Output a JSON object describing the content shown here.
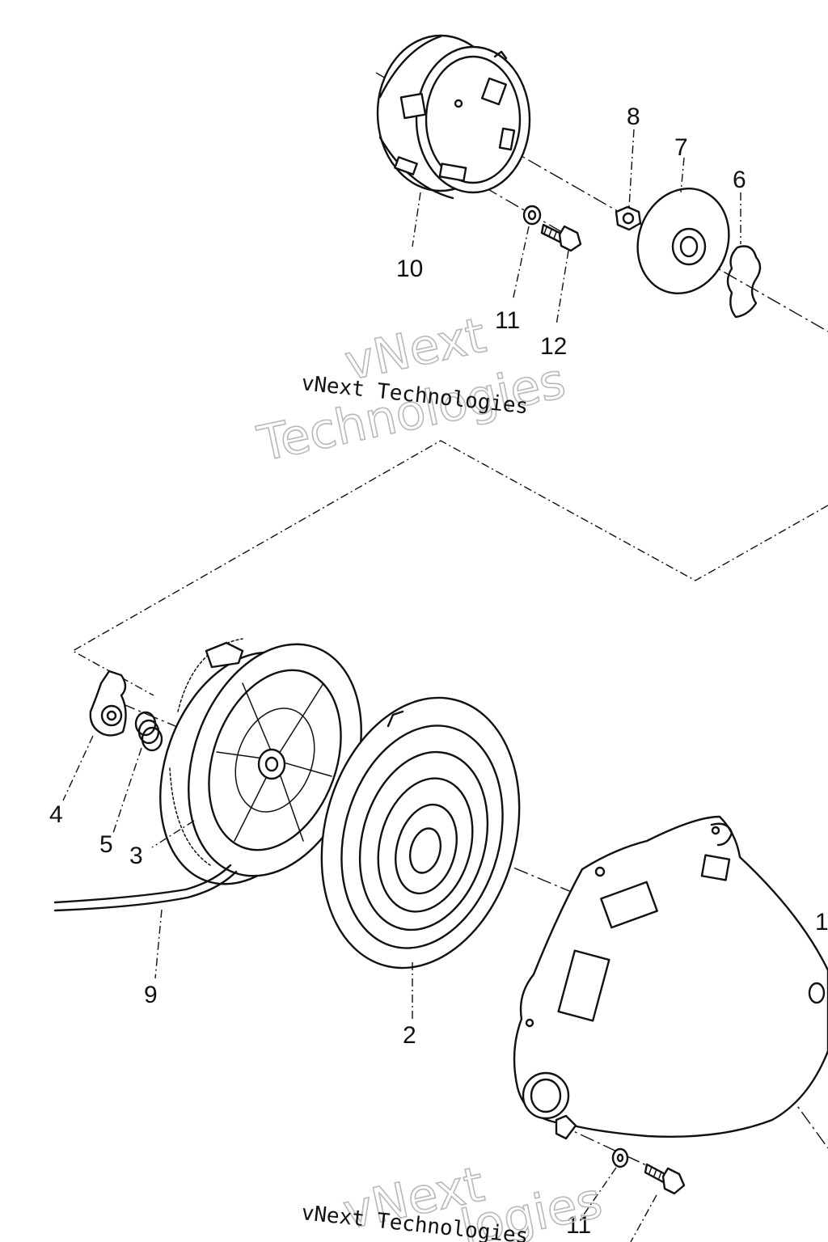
{
  "diagram": {
    "part_labels": {
      "p10": "10",
      "p11_top": "11",
      "p12_top": "12",
      "p8": "8",
      "p7": "7",
      "p6": "6",
      "p4": "4",
      "p5": "5",
      "p3": "3",
      "p9": "9",
      "p2": "2",
      "p1_cut": "1",
      "p11_bottom": "11"
    },
    "watermarks": {
      "print_top": "vNext Technologies",
      "outline_top_line1": "vNext",
      "outline_top_line2": "Technologies",
      "print_bottom": "vNext Technologies",
      "outline_bottom_line1": "vNext",
      "outline_bottom_line2": "logies"
    }
  }
}
